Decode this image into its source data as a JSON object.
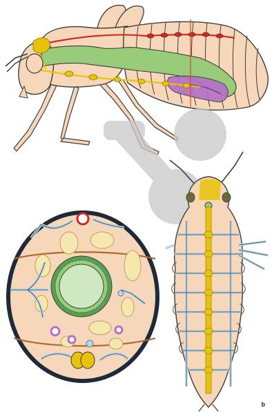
{
  "figure": {
    "corner_label": "b",
    "panels": [
      "adult-insect-side-view",
      "cross-section",
      "larva-dorsal-view"
    ],
    "colors": {
      "body": "#f6d7b9",
      "outline": "#3c3c3c",
      "gut": "#98cc7a",
      "nerve": "#e8c30a",
      "dorsal_vessel": "#cc2a2a",
      "tracheae": "#b9d6e8",
      "reproductive": "#b370c6",
      "fat_body": "#f5e7ae",
      "cuticle": "#1e2a3a",
      "watermark": "#c8c8c8"
    }
  }
}
